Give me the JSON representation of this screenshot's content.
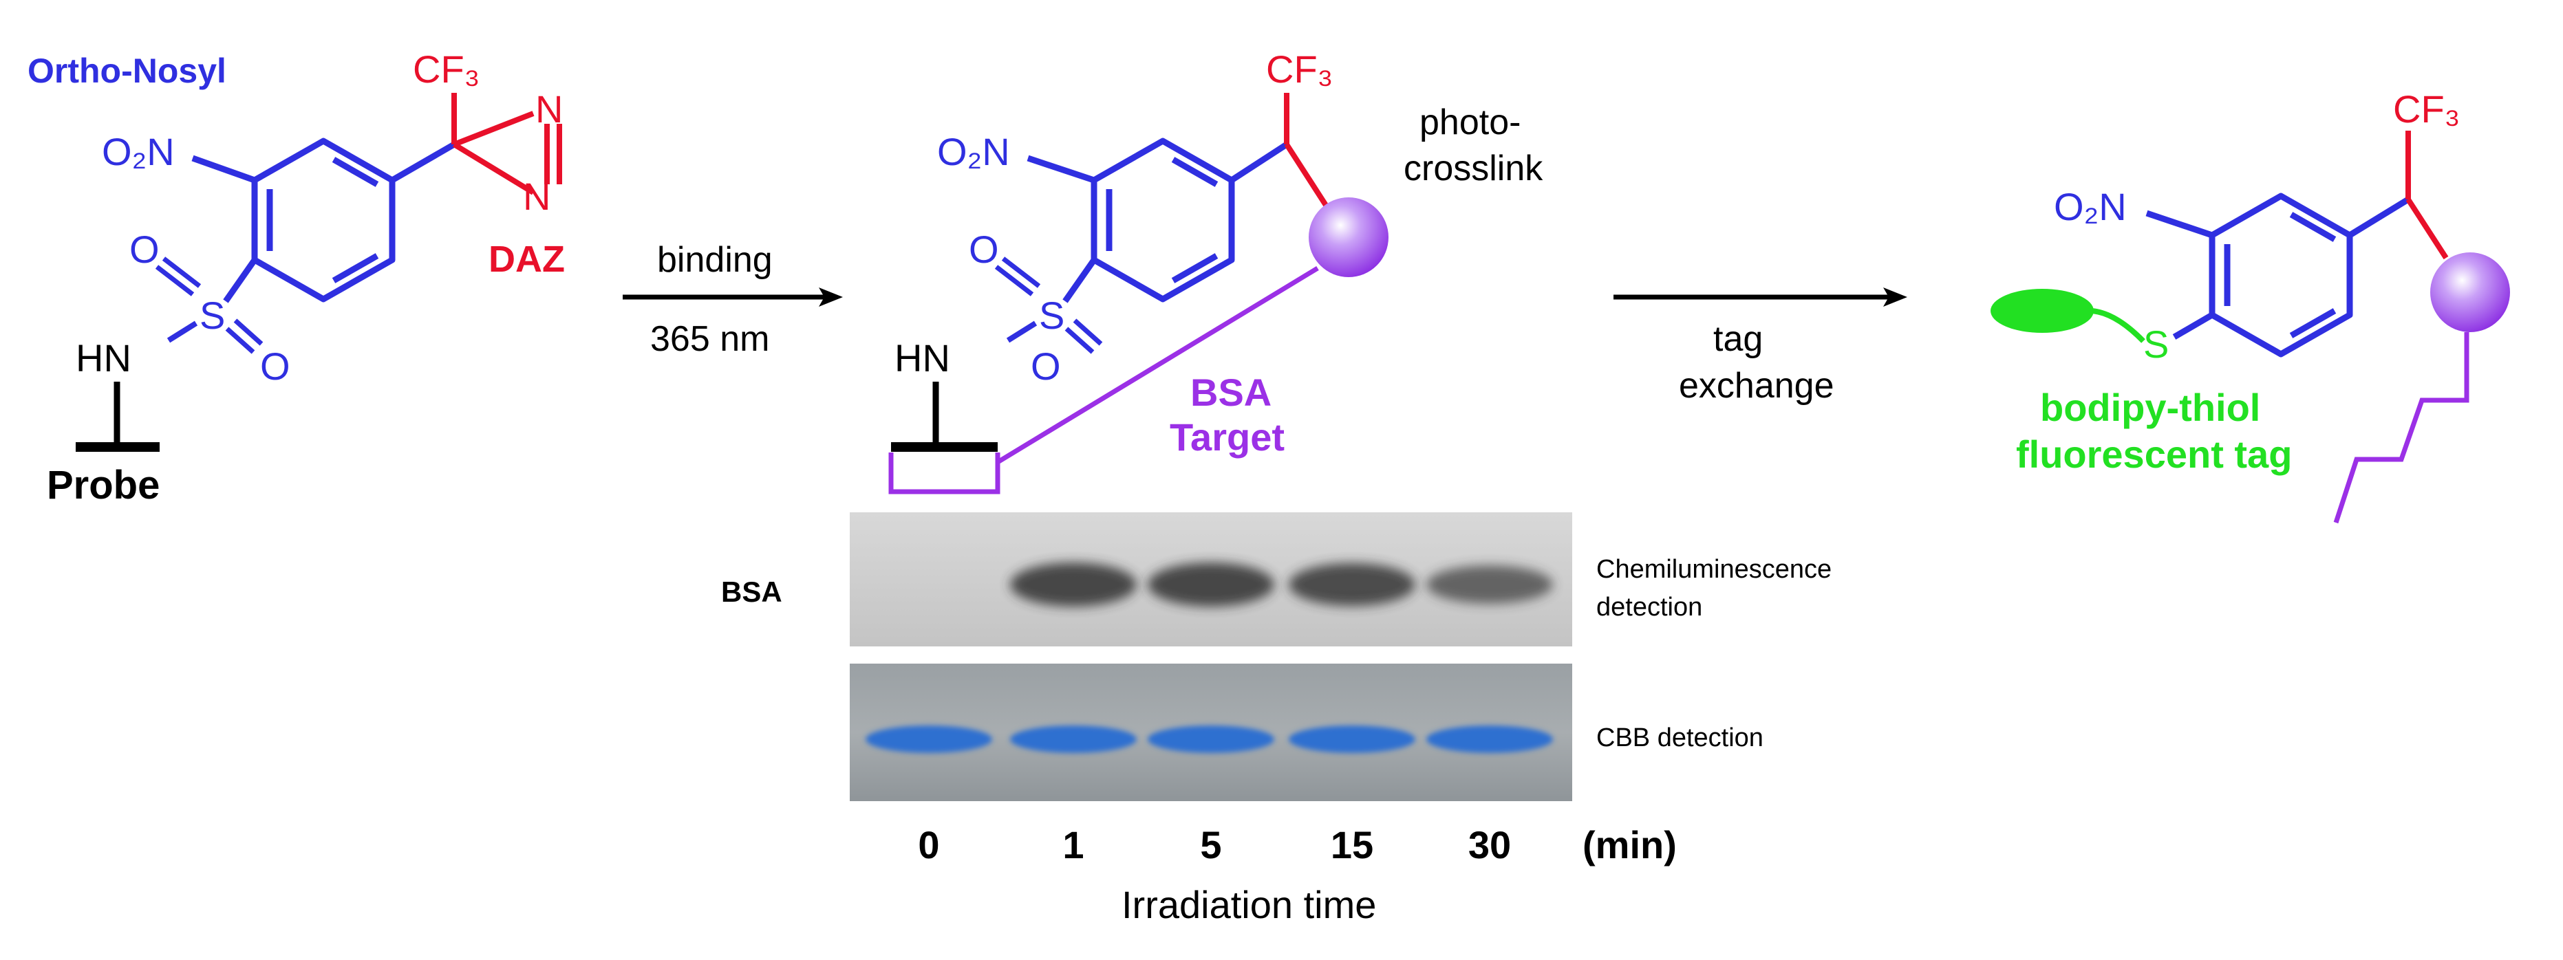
{
  "colors": {
    "blue": "#2f2fe0",
    "red": "#e8102a",
    "purple": "#9b30e6",
    "green": "#22e022",
    "black": "#000000",
    "chemi_band": "#333333",
    "cbb_band": "#2f6fd0"
  },
  "molecule1": {
    "title": "Ortho-Nosyl",
    "no2": "O₂N",
    "cf3": "CF₃",
    "n_top": "N",
    "n_bottom": "N",
    "daz": "DAZ",
    "o_top": "O",
    "s": "S",
    "o_bottom": "O",
    "hn": "HN",
    "probe": "Probe"
  },
  "step1": {
    "above": "binding",
    "below": "365 nm"
  },
  "molecule2": {
    "no2": "O₂N",
    "cf3": "CF₃",
    "photo": "photo-",
    "crosslink": "crosslink",
    "o_top": "O",
    "s": "S",
    "o_bottom": "O",
    "hn": "HN",
    "target_line1": "BSA",
    "target_line2": "Target"
  },
  "step2": {
    "above": "tag",
    "below": "exchange"
  },
  "molecule3": {
    "no2": "O₂N",
    "cf3": "CF₃",
    "s": "S",
    "tag_line1": "bodipy-thiol",
    "tag_line2": "fluorescent tag"
  },
  "gel": {
    "row_label": "BSA",
    "chemi_label_line1": "Chemiluminescence",
    "chemi_label_line2": "detection",
    "cbb_label": "CBB detection",
    "lanes": [
      "0",
      "1",
      "5",
      "15",
      "30"
    ],
    "unit": "(min)",
    "xlabel": "Irradiation time",
    "chemi_intensity": [
      0,
      0.85,
      0.85,
      0.8,
      0.55
    ],
    "cbb_intensity": [
      1,
      1,
      1,
      1,
      1
    ]
  }
}
